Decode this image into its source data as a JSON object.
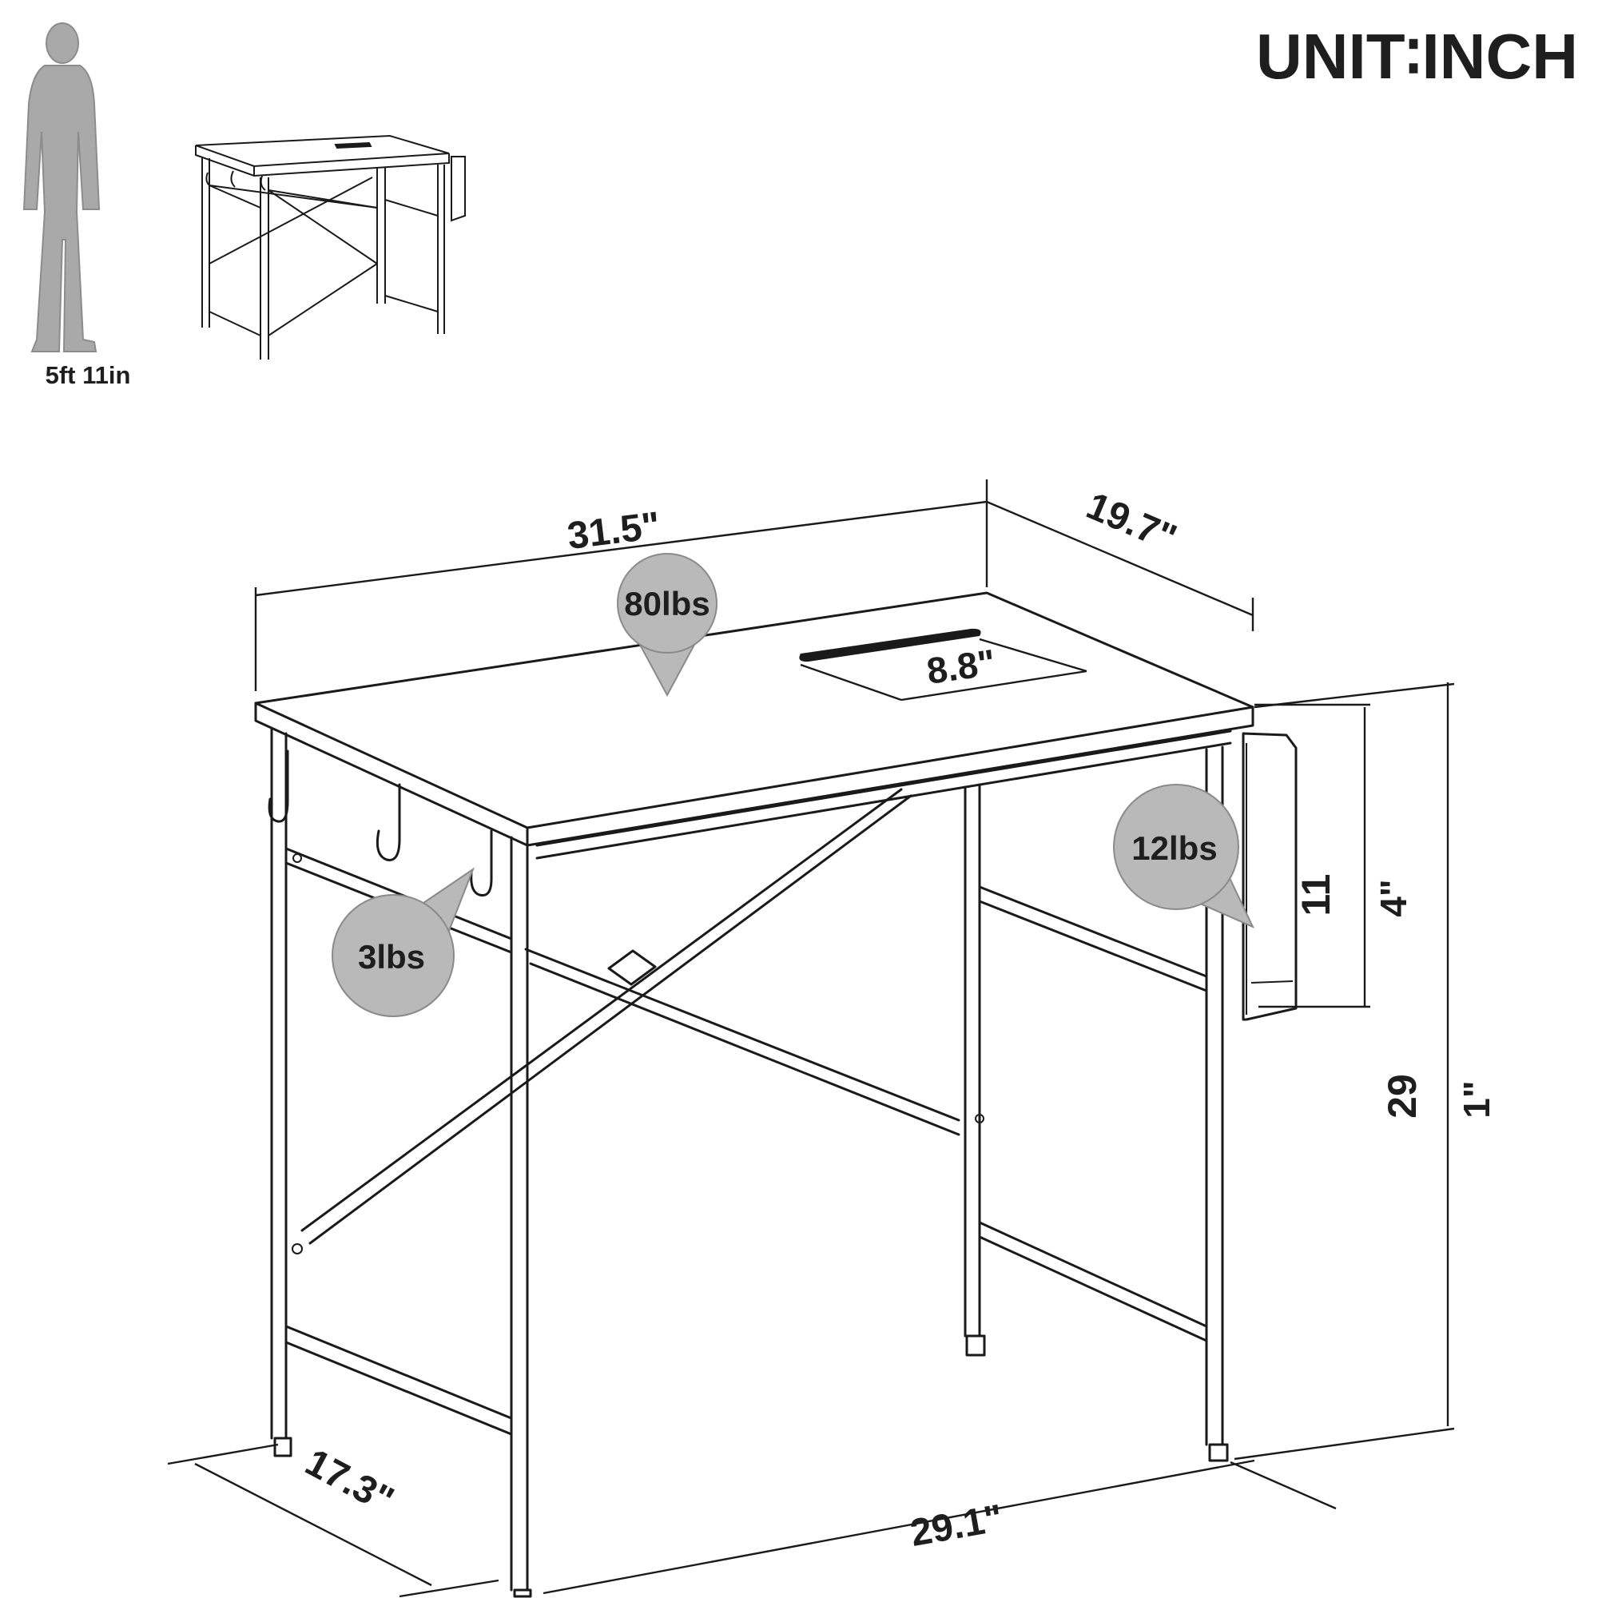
{
  "header": {
    "unit_label": "UNIT∶INCH"
  },
  "reference": {
    "person_height": "5ft 11in"
  },
  "dimensions": {
    "top_width": "31.5\"",
    "top_depth": "19.7\"",
    "slot_length": "8.8\"",
    "bag_height_value": "11",
    "bag_height_fraction": "4\"",
    "desk_height_value": "29",
    "desk_height_fraction": "1\"",
    "base_depth": "17.3\"",
    "base_width": "29.1\""
  },
  "load_capacities": {
    "desktop": "80lbs",
    "hooks": "3lbs",
    "side_bag": "12lbs"
  },
  "colors": {
    "line": "#1a1a1a",
    "bubble_fill": "#b9b9b9",
    "text": "#1e1e1e"
  }
}
